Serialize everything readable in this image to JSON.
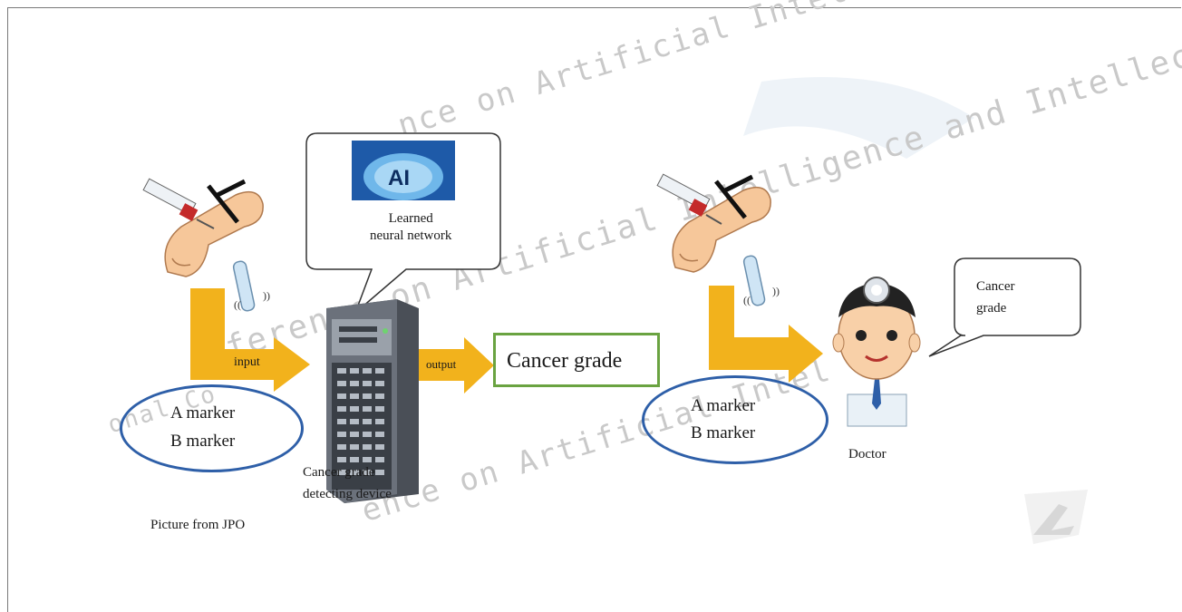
{
  "labels": {
    "learned_network": "Learned\nneural network",
    "ai_chip": "AI",
    "input": "input",
    "output": "output",
    "cancer_grade_box": "Cancer grade",
    "markers_left_a": "A marker",
    "markers_left_b": "B marker",
    "markers_right_a": "A marker",
    "markers_right_b": "B marker",
    "device_label": "Cancer grade\ndetecting device",
    "doctor_label": "Doctor",
    "doctor_speech": "Cancer\ngrade",
    "credit": "Picture from JPO"
  },
  "watermarks": {
    "line1": "nce on Artificial Intelligence",
    "line2": "ference on Artificial Intelligence and Intellectua",
    "line3": "ence on Artificial Intel",
    "line4": "onal Co"
  },
  "colors": {
    "arrow": "#f2b21c",
    "ellipse": "#2e5fa8",
    "grade_box": "#6aa341",
    "ai_blue": "#2f7fc7"
  }
}
